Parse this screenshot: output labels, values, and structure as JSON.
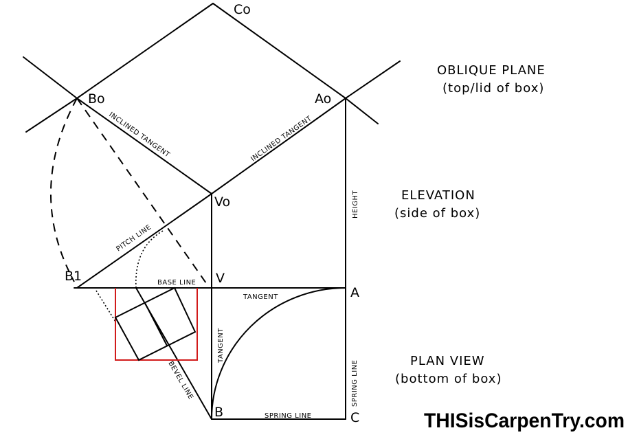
{
  "points": {
    "co": "Co",
    "bo": "Bo",
    "ao": "Ao",
    "vo": "Vo",
    "b1": "B1",
    "v": "V",
    "a": "A",
    "b": "B",
    "c": "C"
  },
  "line_labels": {
    "inclined_tangent_left": "INCLINED TANGENT",
    "inclined_tangent_right": "INCLINED TANGENT",
    "height": "HEIGHT",
    "pitch_line": "PITCH LINE",
    "base_line": "BASE LINE",
    "tangent_top": "TANGENT",
    "tangent_vertical": "TANGENT",
    "bevel_line": "BEVEL LINE",
    "spring_line_vertical": "SPRING LINE",
    "spring_line_bottom": "SPRING LINE"
  },
  "sections": {
    "oblique_title": "OBLIQUE PLANE",
    "oblique_sub": "(top/lid of box)",
    "elevation_title": "ELEVATION",
    "elevation_sub": "(side of box)",
    "plan_title": "PLAN VIEW",
    "plan_sub": "(bottom of box)"
  },
  "logo": "THISisCarpenTry.com",
  "colors": {
    "line": "#000000",
    "bevel_box": "#d11a1a"
  }
}
